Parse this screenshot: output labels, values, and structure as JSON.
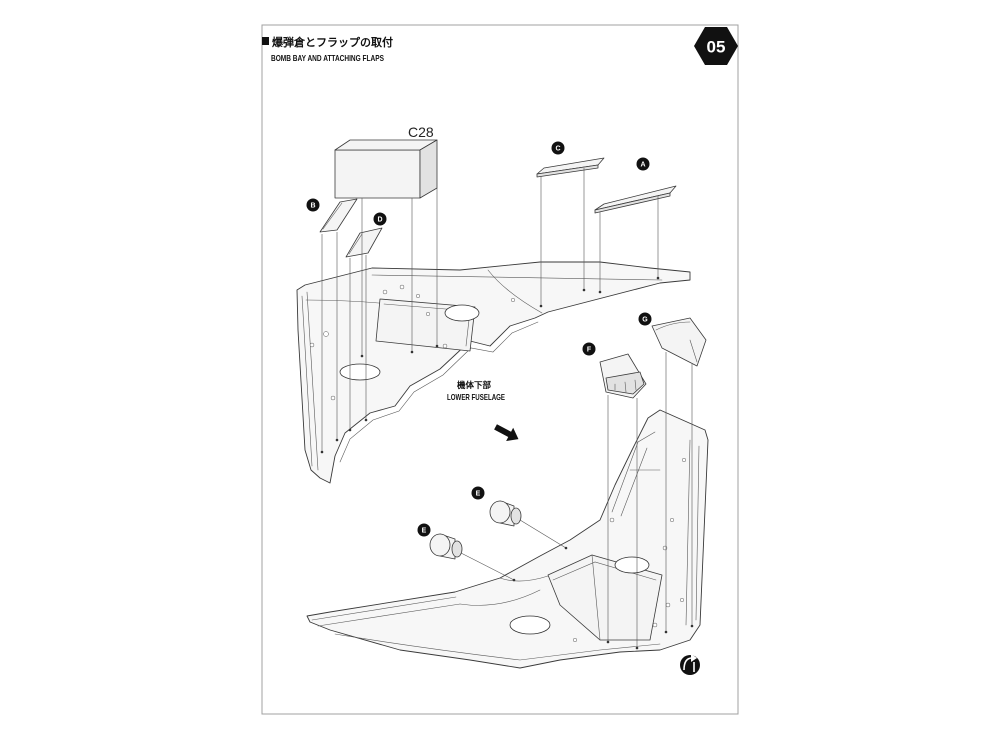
{
  "header": {
    "title_jp": "爆弾倉とフラップの取付",
    "title_en": "BOMB BAY AND ATTACHING FLAPS"
  },
  "step": {
    "number": "05"
  },
  "parts": {
    "box_label": "C28",
    "callouts": [
      "B",
      "D",
      "C",
      "A",
      "F",
      "G",
      "E",
      "E"
    ]
  },
  "fuselage": {
    "label_jp": "機体下部",
    "label_en": "LOWER FUSELAGE"
  },
  "icons": {
    "step_badge": "hexagon-badge-icon",
    "direction": "arrow-down-right-icon",
    "flip": "flip-over-icon",
    "bullet": "black-square-bullet-icon"
  },
  "colors": {
    "ink": "#111111",
    "line": "#3a3a3a",
    "border": "#a0a0a0"
  }
}
